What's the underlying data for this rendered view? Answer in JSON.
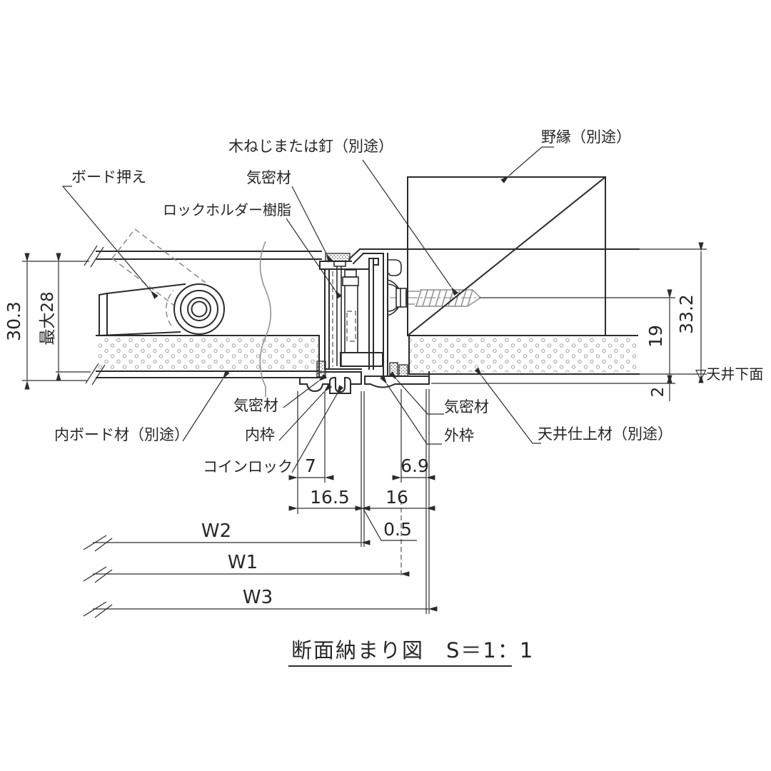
{
  "drawing": {
    "title": "断面納まり図　S＝1：1",
    "labels": {
      "screw": "木ねじまたは釘（別途）",
      "furring": "野縁（別途）",
      "board_holder": "ボード押え",
      "gasket_top": "気密材",
      "lock_holder": "ロックホルダー樹脂",
      "gasket_bottom_left": "気密材",
      "inner_board": "内ボード材（別途）",
      "inner_frame": "内枠",
      "coin_lock": "コインロック",
      "gasket_bottom_right": "気密材",
      "outer_frame": "外枠",
      "ceiling_finish": "天井仕上材（別途）",
      "ceiling_underside": "▽天井下面"
    },
    "dimensions": {
      "total_height": "30.3",
      "max_board": "最大28",
      "right_total": "33.2",
      "furring_offset": "19",
      "lip": "2",
      "inner_flange": "7",
      "outer_flange": "6.9",
      "inner_width": "16.5",
      "outer_width": "16",
      "gap": "0.5",
      "w2": "W2",
      "w1": "W1",
      "w3": "W3"
    },
    "colors": {
      "line": "#2b2b2b",
      "thread_gray": "#8f8f8f",
      "stipple_gray": "#a0a0a0",
      "background": "#ffffff"
    }
  }
}
